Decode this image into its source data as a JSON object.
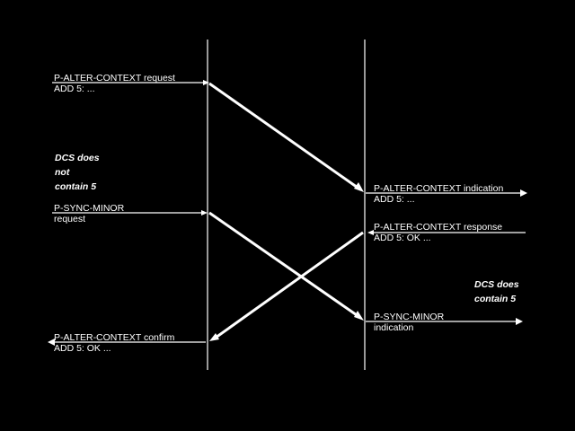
{
  "colors": {
    "background": "#000000",
    "foreground": "#ffffff"
  },
  "labels": {
    "alter_request": {
      "line1": "P-ALTER-CONTEXT request",
      "line2": "ADD 5: ..."
    },
    "alter_indication": {
      "line1": "P-ALTER-CONTEXT indication",
      "line2": "ADD 5: ..."
    },
    "sync_request": {
      "line1": "P-SYNC-MINOR",
      "line2": "request"
    },
    "alter_response": {
      "line1": "P-ALTER-CONTEXT response",
      "line2": "ADD 5: OK ..."
    },
    "sync_indication": {
      "line1": "P-SYNC-MINOR",
      "line2": "indication"
    },
    "alter_confirm": {
      "line1": "P-ALTER-CONTEXT confirm",
      "line2": "ADD 5: OK ..."
    }
  },
  "notes": {
    "left": {
      "line1": "DCS does",
      "line2": "not",
      "line3": "contain 5"
    },
    "right": {
      "line1": "DCS does",
      "line2": "contain 5"
    }
  }
}
